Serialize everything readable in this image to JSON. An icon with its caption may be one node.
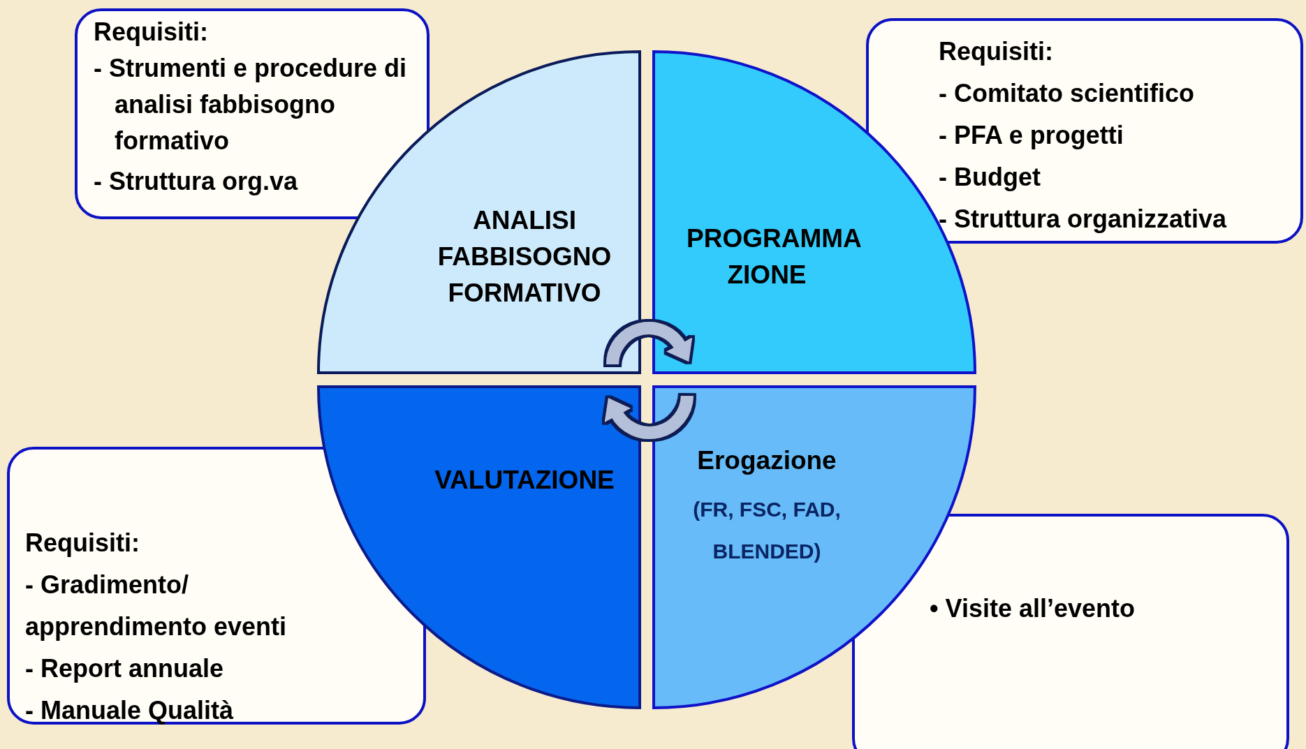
{
  "diagram": {
    "nodes": [
      {
        "text": [
          "Requisiti:",
          "- Strumenti e procedure di analisi fabbisogno formativo",
          "- Struttura org.va"
        ]
      },
      {
        "text": [
          "Requisiti:",
          "- Comitato scientifico",
          "- PFA e progetti",
          "- Budget",
          "- Struttura organizzativa"
        ]
      },
      {
        "text": [
          "ANALISI FABBISOGNO FORMATIVO"
        ]
      },
      {
        "text": [
          "PROGRAMMA ZIONE"
        ]
      },
      {
        "text": [
          "Requisiti:",
          "- Gradimento/ apprendimento eventi",
          "- Report annuale",
          "- Manuale Qualità"
        ]
      },
      {
        "text": [
          "VALUTAZIONE"
        ]
      },
      {
        "text": [
          "Erogazione",
          "(FR, FSC, FAD, BLENDED)"
        ]
      },
      {
        "text": [
          "• Visite all’evento"
        ]
      }
    ],
    "edges": [
      {
        "from": 2,
        "to": 3,
        "arrow": "to"
      },
      {
        "from": 6,
        "to": 5,
        "arrow": "to"
      }
    ]
  }
}
